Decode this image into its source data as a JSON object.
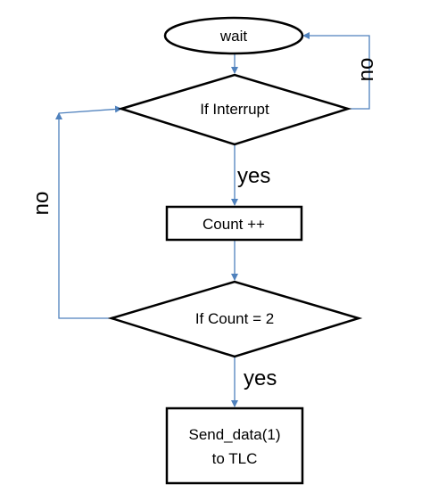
{
  "diagram": {
    "nodes": {
      "wait": "wait",
      "if_interrupt": "If Interrupt",
      "count_inc": "Count ++",
      "if_count": "If Count = 2",
      "send_line1": "Send_data(1)",
      "send_line2": "to TLC"
    },
    "edges": {
      "interrupt_no": "no",
      "interrupt_yes": "yes",
      "count_no": "no",
      "count_yes": "yes"
    },
    "colors": {
      "connector": "#4f81bd",
      "shape_stroke": "#000000"
    }
  }
}
